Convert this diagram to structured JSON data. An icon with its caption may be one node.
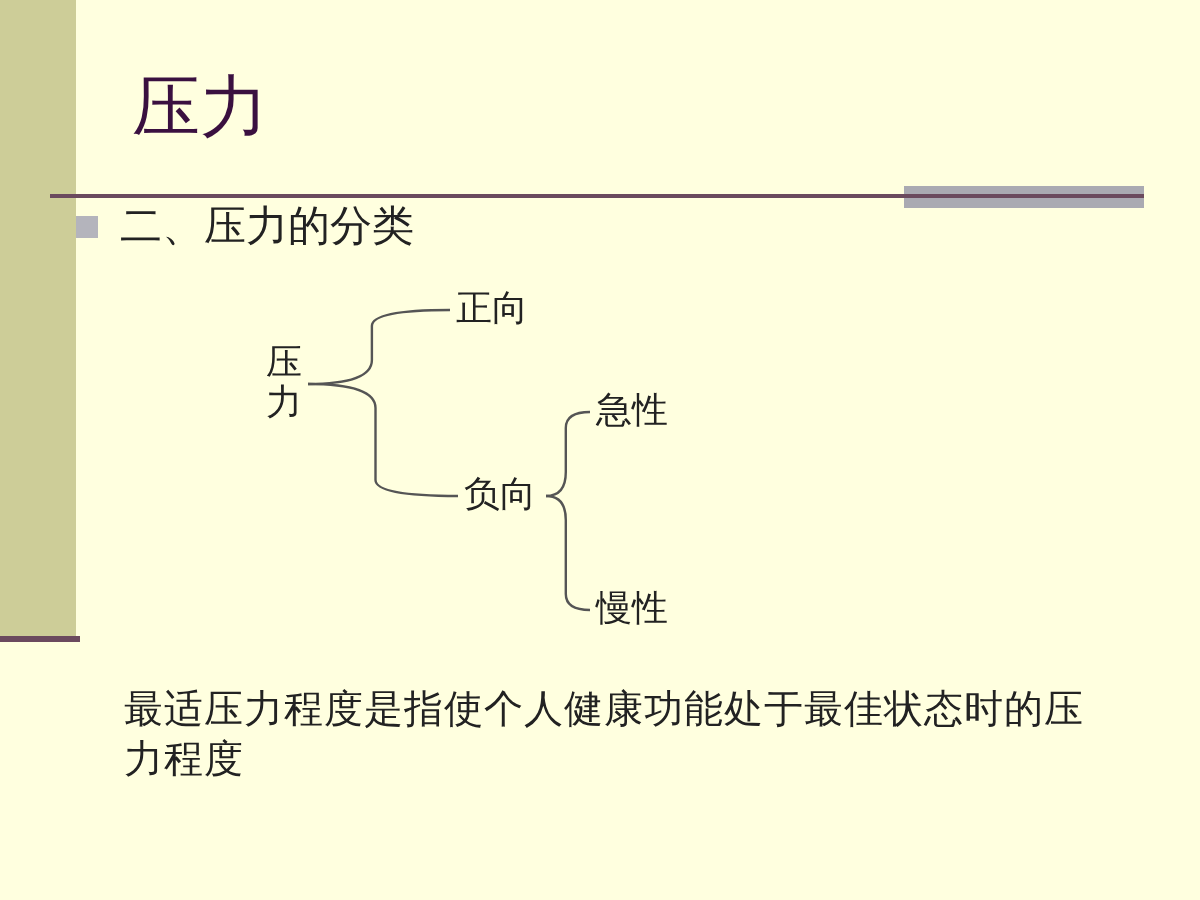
{
  "diagram": {
    "title": "压力",
    "nodes": [
      {
        "text": [
          "压力"
        ]
      },
      {
        "text": [
          "正向"
        ]
      },
      {
        "text": [
          "负向"
        ]
      },
      {
        "text": [
          "急性"
        ]
      },
      {
        "text": [
          "慢性"
        ]
      }
    ],
    "edges": [
      {
        "from": 0,
        "to": 1,
        "arrow": "none"
      },
      {
        "from": 0,
        "to": 2,
        "arrow": "none"
      },
      {
        "from": 2,
        "to": 3,
        "arrow": "none"
      },
      {
        "from": 2,
        "to": 4,
        "arrow": "none"
      }
    ],
    "labels": [
      "二、压力的分类",
      "最适压力程度是指使个人健康功能处于最佳状态时的压力程度"
    ]
  }
}
